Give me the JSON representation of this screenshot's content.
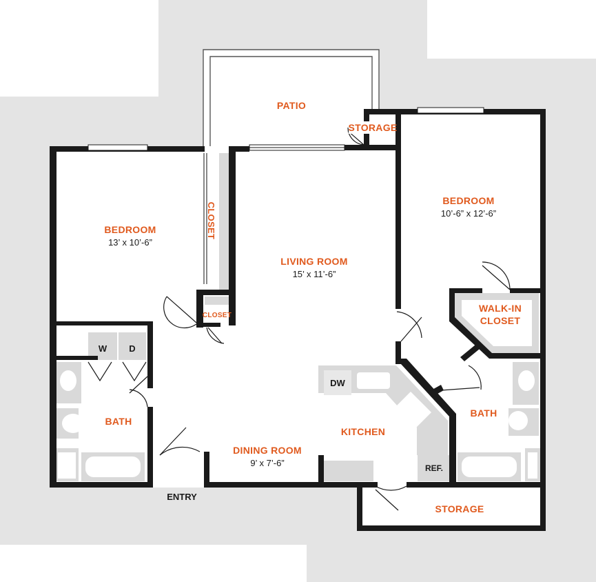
{
  "colors": {
    "label": "#e05a1e",
    "text": "#1a1a1a",
    "wall": "#1a1a1a",
    "site": "#e4e4e4",
    "fixture": "#d9d9d9"
  },
  "rooms": {
    "patio": "PATIO",
    "storage_patio": "STORAGE",
    "bedroom_left": {
      "name": "BEDROOM",
      "dims": "13’ x 10’-6”"
    },
    "closet_left": "CLOSET",
    "closet_small": "CLOSET",
    "living_room": {
      "name": "LIVING ROOM",
      "dims": "15’ x 11’-6”"
    },
    "bedroom_right": {
      "name": "BEDROOM",
      "dims": "10’-6” x 12’-6”"
    },
    "walkin_closet": {
      "line1": "WALK-IN",
      "line2": "CLOSET"
    },
    "bath_left": "BATH",
    "bath_right": "BATH",
    "dining_room": {
      "name": "DINING ROOM",
      "dims": "9’ x 7’-6”"
    },
    "kitchen": "KITCHEN",
    "storage_bottom": "STORAGE"
  },
  "appliances": {
    "washer": "W",
    "dryer": "D",
    "dishwasher": "DW",
    "refrigerator": "REF."
  },
  "entry": "ENTRY"
}
